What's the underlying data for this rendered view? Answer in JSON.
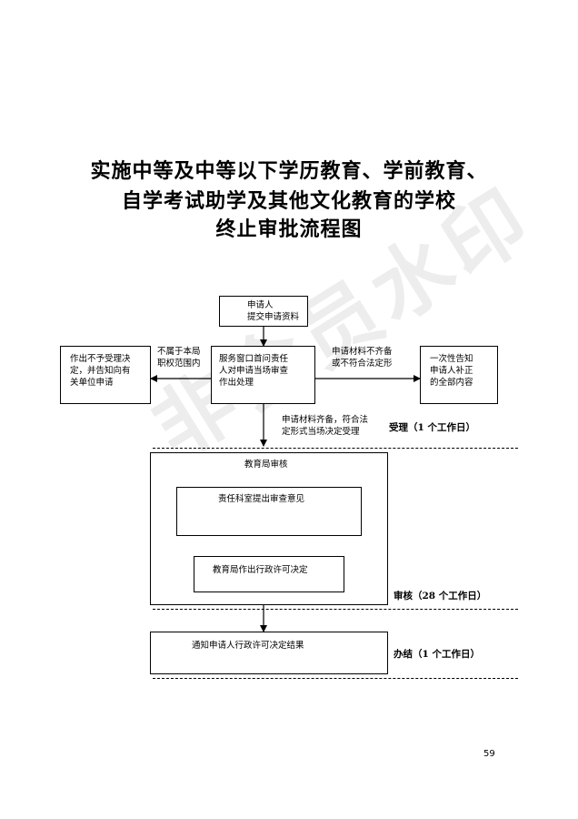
{
  "title": {
    "line1": "实施中等及中等以下学历教育、学前教育、",
    "line2": "自学考试助学及其他文化教育的学校",
    "line3": "终止审批流程图"
  },
  "watermark": "非会员水印",
  "nodes": {
    "apply": "申请人\n提交申请资料",
    "window": "服务窗口首问责任\n人对申请当场审查\n作出处理",
    "reject": "作出不予受理决\n定，并告知向有\n关单位申请",
    "notify_once": "一次性告知\n申请人补正\n的全部内容",
    "review_container": "教育局审核",
    "section_opinion": "责任科室提出审查意见",
    "bureau_decision": "教育局作出行政许可决定",
    "notify_result": "通知申请人行政许可决定结果"
  },
  "edge_labels": {
    "not_in_scope": "不属于本局\n职权范围内",
    "incomplete": "申请材料不齐备\n或不符合法定形",
    "complete": "申请材料齐备，符合法\n定形式当场决定受理"
  },
  "stages": {
    "accept": "受理（1 个工作日）",
    "review": "审核（28 个工作日）",
    "finish": "办结（1 个工作日）"
  },
  "page_number": "59"
}
